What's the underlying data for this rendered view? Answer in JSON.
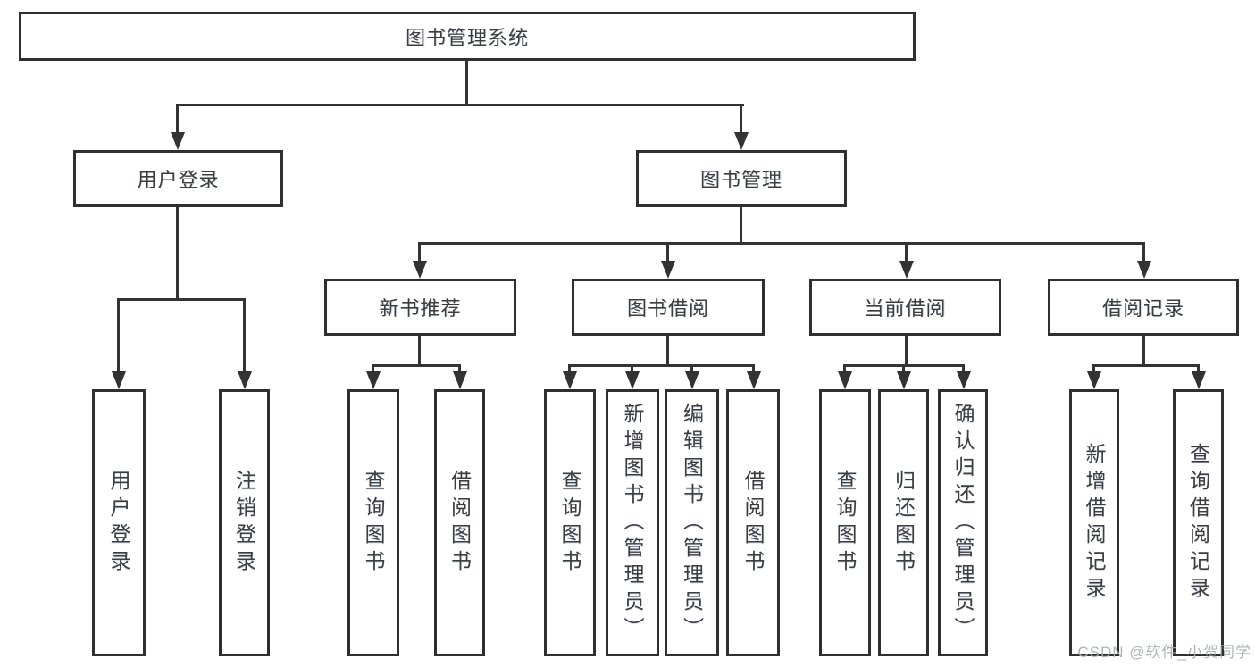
{
  "diagram": {
    "title": "图书管理系统",
    "nodes": {
      "root": {
        "label": "图书管理系统"
      },
      "level2": [
        {
          "label": "用户登录"
        },
        {
          "label": "图书管理"
        }
      ],
      "level3": [
        {
          "label": "新书推荐"
        },
        {
          "label": "图书借阅"
        },
        {
          "label": "当前借阅"
        },
        {
          "label": "借阅记录"
        }
      ],
      "leaves": [
        {
          "label": "用户登录"
        },
        {
          "label": "注销登录"
        },
        {
          "label": "查询图书"
        },
        {
          "label": "借阅图书"
        },
        {
          "label": "查询图书"
        },
        {
          "label": "新增图书（管理员）"
        },
        {
          "label": "编辑图书（管理员）"
        },
        {
          "label": "借阅图书"
        },
        {
          "label": "查询图书"
        },
        {
          "label": "归还图书"
        },
        {
          "label": "确认归还（管理员）"
        },
        {
          "label": "新增借阅记录"
        },
        {
          "label": "查询借阅记录"
        }
      ]
    },
    "hierarchy": {
      "图书管理系统": [
        "用户登录",
        "图书管理"
      ],
      "用户登录": [
        "用户登录",
        "注销登录"
      ],
      "图书管理": [
        "新书推荐",
        "图书借阅",
        "当前借阅",
        "借阅记录"
      ],
      "新书推荐": [
        "查询图书",
        "借阅图书"
      ],
      "图书借阅": [
        "查询图书",
        "新增图书（管理员）",
        "编辑图书（管理员）",
        "借阅图书"
      ],
      "当前借阅": [
        "查询图书",
        "归还图书",
        "确认归还（管理员）"
      ],
      "借阅记录": [
        "新增借阅记录",
        "查询借阅记录"
      ]
    },
    "colors": {
      "line": "#333333",
      "box_border": "#2f2f2f",
      "text": "#3d3d3d",
      "background": "#ffffff",
      "watermark": "#a9acb0"
    }
  },
  "watermark": {
    "text": "CSDN @软件_小贺同学"
  }
}
